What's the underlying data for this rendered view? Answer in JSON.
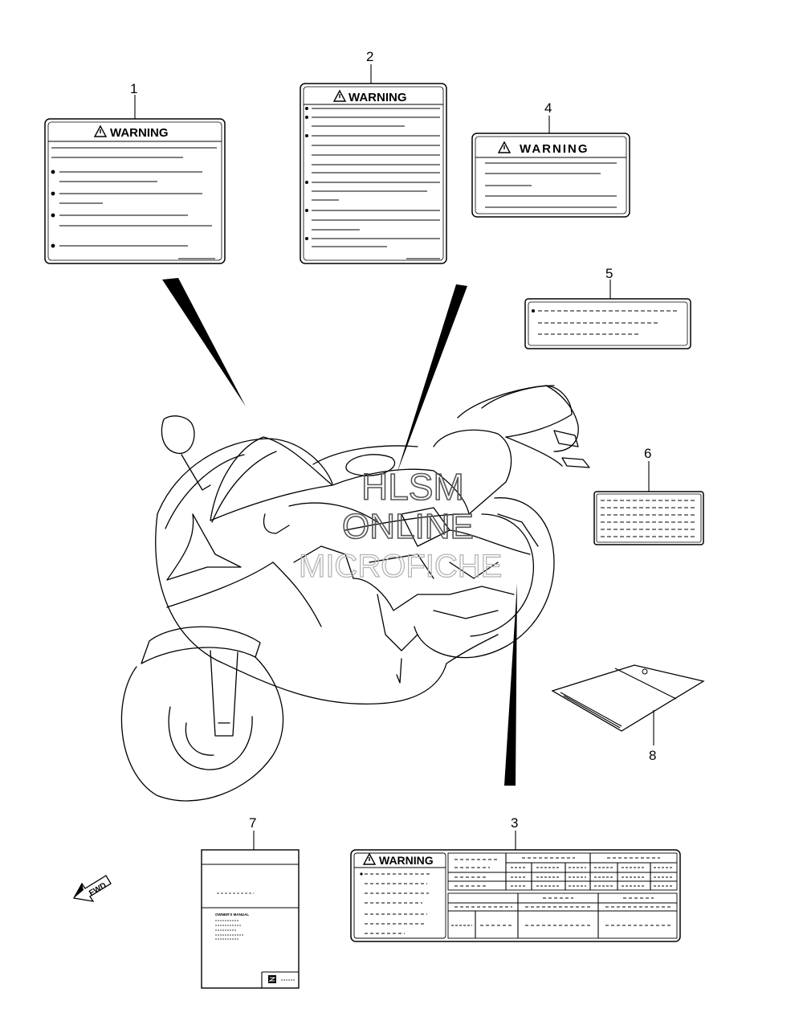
{
  "callouts": [
    "1",
    "2",
    "3",
    "4",
    "5",
    "6",
    "7",
    "8"
  ],
  "labels": {
    "warning": "WARNING",
    "owners_manual": "OWNER'S MANUAL",
    "fwd": "FWD"
  },
  "watermark": {
    "line1": "HLSM",
    "line2": "ONLINE",
    "line3": "MICROFICHE"
  },
  "icons": [
    "warning-triangle-icon",
    "fwd-arrow-icon",
    "suzuki-logo-icon"
  ]
}
